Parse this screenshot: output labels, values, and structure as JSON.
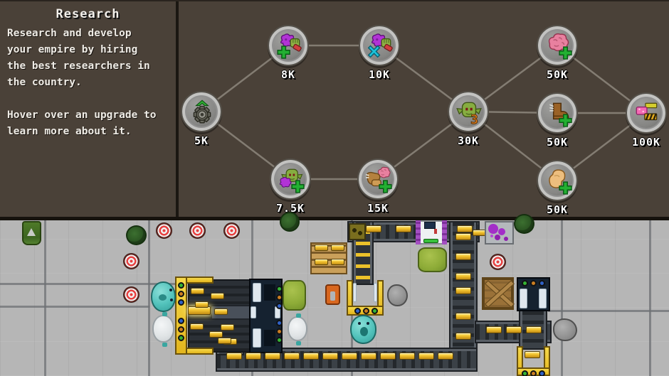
{
  "panel": {
    "title": "Research",
    "description": "Research and develop your empire by hiring the best researchers in the country.",
    "hint": "Hover over an upgrade to learn more about it."
  },
  "research": {
    "nodes": [
      {
        "cost": "5K",
        "icon": "gear-upgrade-icon"
      },
      {
        "cost": "8K",
        "icon": "brain-fist-plus-icon"
      },
      {
        "cost": "10K",
        "icon": "brain-fist-multiply-icon"
      },
      {
        "cost": "7.5K",
        "icon": "goblin-brain-plus-icon"
      },
      {
        "cost": "15K",
        "icon": "paw-brain-plus-icon"
      },
      {
        "cost": "30K",
        "icon": "goblin-level-3-icon"
      },
      {
        "cost": "50K",
        "icon": "brain-plus-icon"
      },
      {
        "cost": "50K",
        "icon": "boot-plus-icon"
      },
      {
        "cost": "50K",
        "icon": "muscle-plus-icon"
      },
      {
        "cost": "100K",
        "icon": "nyan-gold-icon"
      }
    ]
  },
  "colors": {
    "panel_bg": "#4a4138",
    "floor": "#b6b6b6",
    "gold": "#f2c22e",
    "belt": "#3b4147",
    "upgrade_green": "#23b032",
    "multiply_cyan": "#1cc2da"
  }
}
